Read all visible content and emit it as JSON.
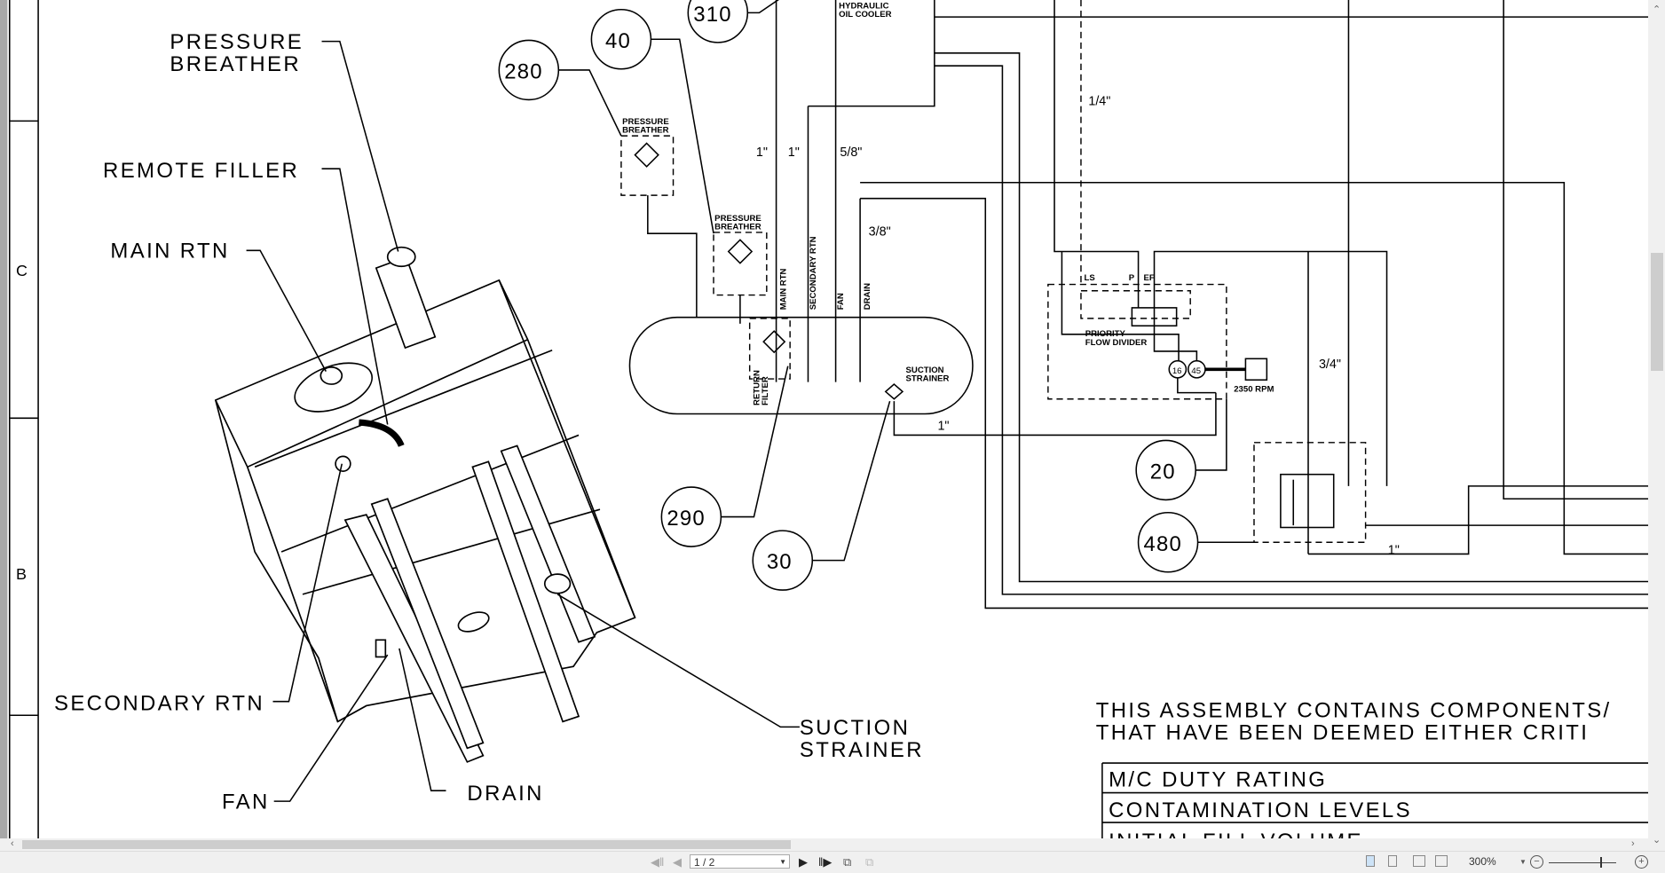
{
  "border": {
    "zones": [
      "C",
      "B"
    ]
  },
  "tank_labels": {
    "pressure_breather": [
      "PRESSURE",
      "BREATHER"
    ],
    "remote_filler": "REMOTE FILLER",
    "main_rtn": "MAIN RTN",
    "secondary_rtn": "SECONDARY RTN",
    "fan": "FAN",
    "drain": "DRAIN",
    "suction_strainer": [
      "SUCTION",
      "STRAINER"
    ]
  },
  "schematic": {
    "callouts": [
      "310",
      "40",
      "280",
      "290",
      "30",
      "20",
      "480"
    ],
    "hydraulic_oil_cooler": [
      "HYDRAULIC",
      "OIL COOLER"
    ],
    "pressure_breather": [
      "PRESSURE",
      "BREATHER"
    ],
    "return_filter": [
      "RETURN",
      "FILTER"
    ],
    "line_labels": [
      "MAIN RTN",
      "SECONDARY RTN",
      "FAN",
      "DRAIN"
    ],
    "suction_strainer": [
      "SUCTION",
      "STRAINER"
    ],
    "sizes": [
      "1\"",
      "1\"",
      "5/8\"",
      "3/8\"",
      "1/4\"",
      "3/4\"",
      "1\"",
      "1\""
    ],
    "priority_flow_divider": [
      "PRIORITY",
      "FLOW DIVIDER"
    ],
    "ports": [
      "LS",
      "P",
      "EF"
    ],
    "pump_sizes": [
      "16",
      "45"
    ],
    "rpm": "2350 RPM"
  },
  "notes": {
    "lines": [
      "THIS ASSEMBLY CONTAINS COMPONENTS/",
      "THAT HAVE BEEN DEEMED EITHER CRITI"
    ],
    "table_rows": [
      "M/C DUTY RATING",
      "CONTAMINATION LEVELS",
      "INITIAL FILL VOLUME"
    ]
  },
  "toolbar": {
    "page": "1 / 2",
    "zoom": "300%"
  }
}
